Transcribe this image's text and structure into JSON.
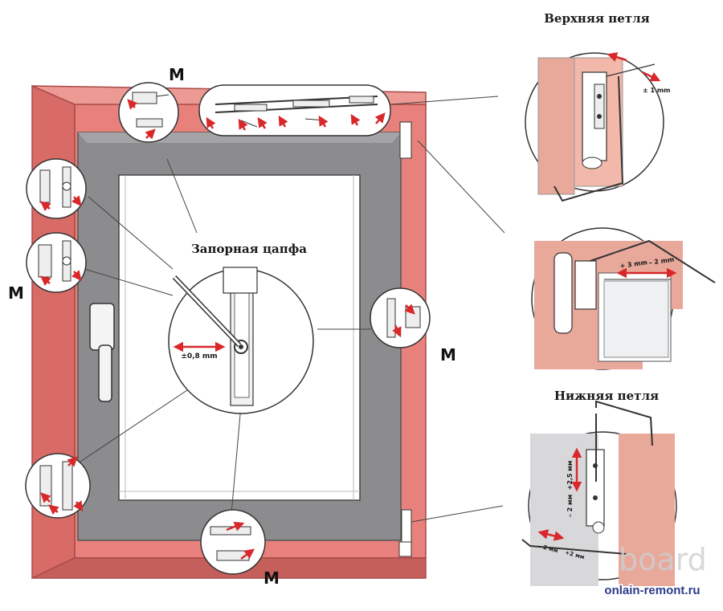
{
  "labels": {
    "top_hinge_title": "Верхняя петля",
    "bottom_hinge_title": "Нижняя петля",
    "locking_pin_title": "Запорная цапфа",
    "pin_offset": "±0,8 mm",
    "top_hinge_offset": "± 1 mm",
    "middle_hinge_range_plus": "+ 3 mm",
    "middle_hinge_range_minus": "– 2 mm",
    "bottom_hinge_vertical_plus": "+2,5 мм",
    "bottom_hinge_vertical_minus": "– 2 мм",
    "bottom_hinge_horizontal_minus": "– 2 мм",
    "bottom_hinge_horizontal_plus": "+2 мм",
    "marker_m": "M",
    "site": "onlain-remont.ru",
    "watermark": "board"
  },
  "colors": {
    "frame": "#e8817c",
    "frame_edge": "#a84a48",
    "sash": "#8c8c8e",
    "glass": "#ffffff",
    "arrow": "#d8282a",
    "wall_pink": "#e8a89a",
    "site_text": "#2c3c8a"
  }
}
